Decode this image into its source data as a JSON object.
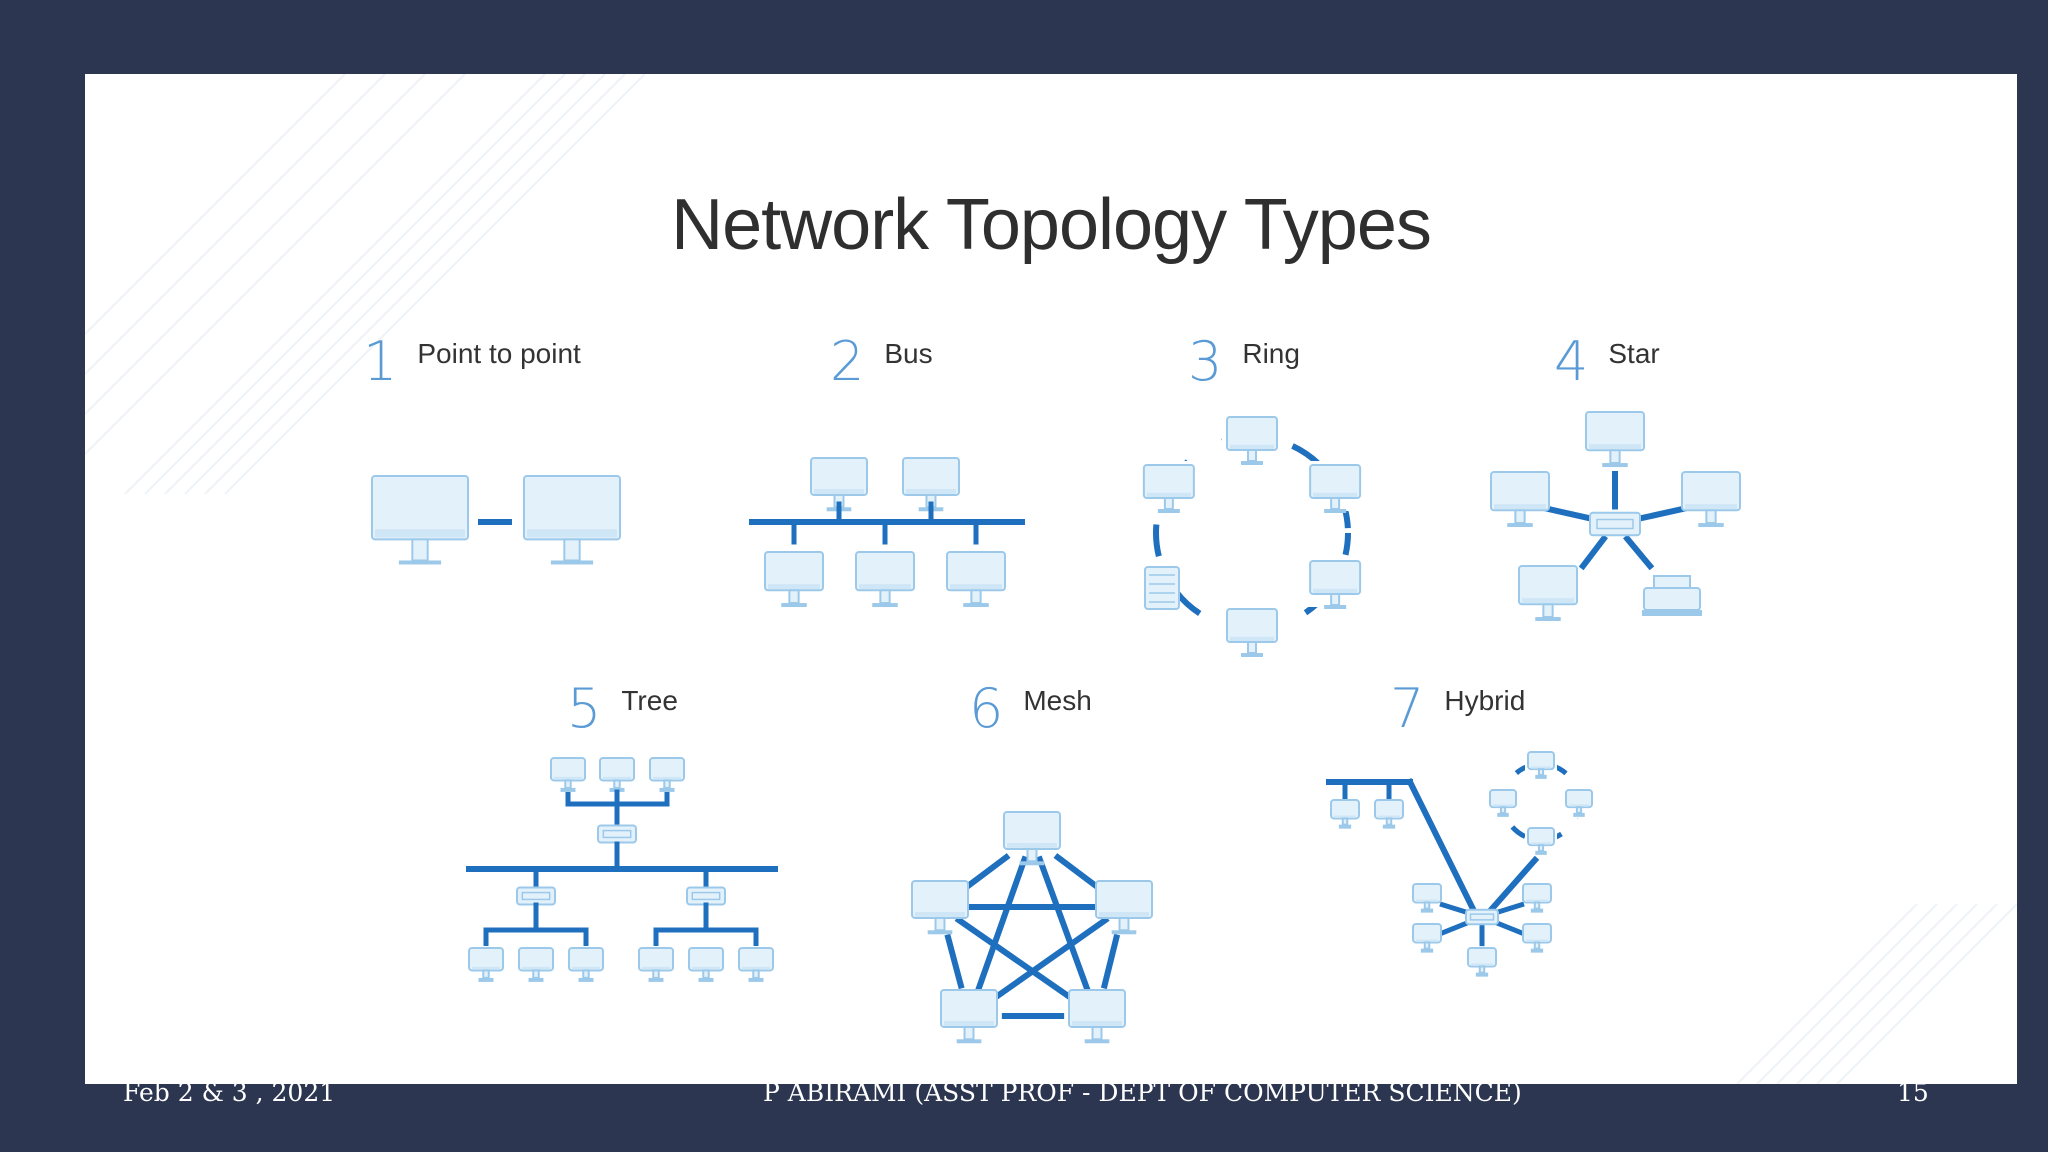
{
  "slide": {
    "title": "Network Topology Types",
    "topologies": [
      {
        "number": "1",
        "name": "Point to point"
      },
      {
        "number": "2",
        "name": "Bus"
      },
      {
        "number": "3",
        "name": "Ring"
      },
      {
        "number": "4",
        "name": "Star"
      },
      {
        "number": "5",
        "name": "Tree"
      },
      {
        "number": "6",
        "name": "Mesh"
      },
      {
        "number": "7",
        "name": "Hybrid"
      }
    ]
  },
  "footer": {
    "date": "Feb 2 & 3 , 2021",
    "author": "P ABIRAMI (ASST PROF - DEPT OF COMPUTER SCIENCE)",
    "page": "15"
  },
  "colors": {
    "background": "#2c3651",
    "accent": "#5b9bd5",
    "link": "#1f6fbf",
    "device_fill": "#e3f1fb",
    "device_stroke": "#9cc9ea"
  }
}
